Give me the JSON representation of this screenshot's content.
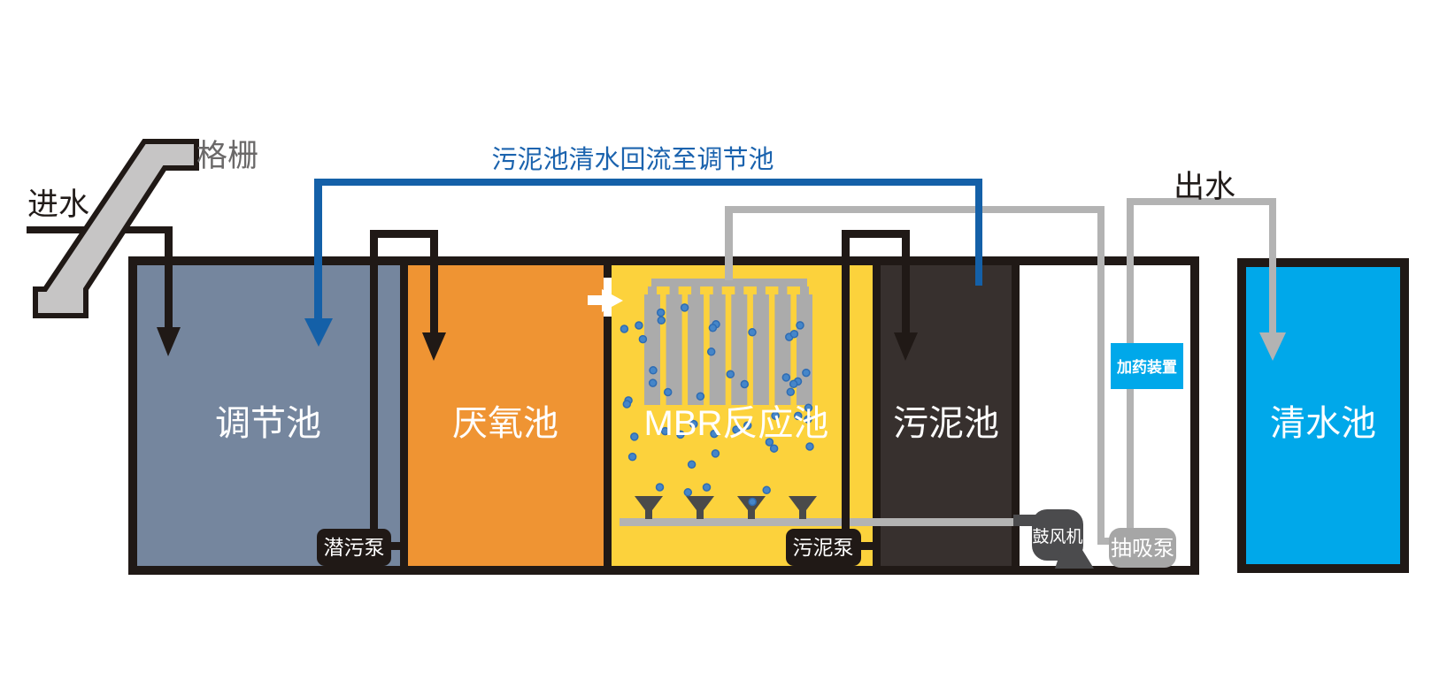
{
  "diagram": {
    "flow_note": "污泥池清水回流至调节池",
    "inlet_label": "进水",
    "screen_label": "格栅",
    "outlet_label": "出水",
    "tanks": {
      "regulating": "调节池",
      "anaerobic": "厌氧池",
      "mbr": "MBR反应池",
      "sludge": "污泥池",
      "clean": "清水池"
    },
    "equipment": {
      "submersible_pump": "潜污泵",
      "sludge_pump": "污泥泵",
      "blower": "鼓风机",
      "suction_pump": "抽吸泵",
      "dosing_device": "加药装置"
    },
    "colors": {
      "regulating_fill": "#75869E",
      "anaerobic_fill": "#EF9433",
      "mbr_fill": "#FCD23C",
      "sludge_fill": "#37302E",
      "clean_water_fill": "#00A8EA",
      "return_line_blue": "#1460A8",
      "pipe_gray": "#B3B3B3",
      "membrane_gray": "#ABABAB",
      "outline_black": "#201916",
      "screen_gray": "#C6C5C5",
      "blower_dark": "#4B4B4D",
      "suction_box_gray": "#A6A6A6",
      "bubble_blue": "#4586C9"
    }
  }
}
